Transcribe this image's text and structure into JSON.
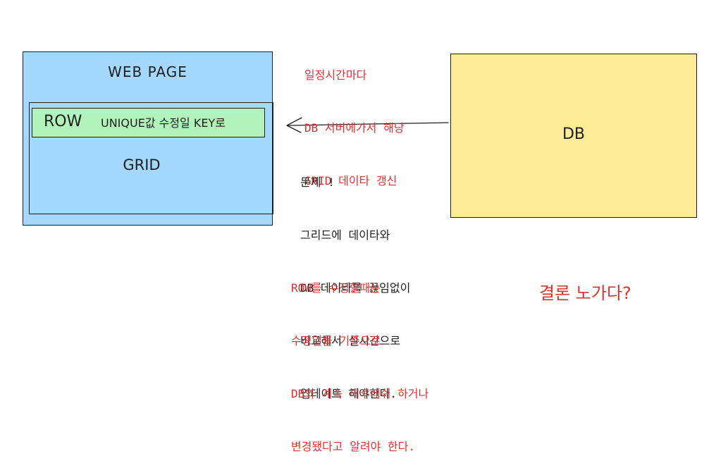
{
  "web_page": {
    "title": "WEB PAGE",
    "fill_color": "#a5d8ff"
  },
  "grid": {
    "label": "GRID"
  },
  "row": {
    "label": "ROW",
    "description": "UNIQUE값 수정일 KEY로",
    "fill_color": "#b2f2bb"
  },
  "db": {
    "label": "DB",
    "fill_color": "#ffec99"
  },
  "notes": {
    "top_lines": [
      "일정시간마다",
      "DB 서버에가서 해당",
      "GRID 데이타 갱신"
    ],
    "problem_lines": [
      "문제 !",
      "그리드에 데이타와",
      "DB 데이타를 끊임없이",
      "비교해서 실시간으로",
      "업데이트 해야한다."
    ],
    "row_lines": [
      "ROW를 수정할때는",
      "수정일을 기준으로",
      "DB와 계속 리후레쉬 하거나",
      "변경됐다고 알려야 한다."
    ],
    "conclusion": "결론 노가다?"
  },
  "colors": {
    "accent_red": "#e03131",
    "stroke": "#1e1e1e"
  }
}
